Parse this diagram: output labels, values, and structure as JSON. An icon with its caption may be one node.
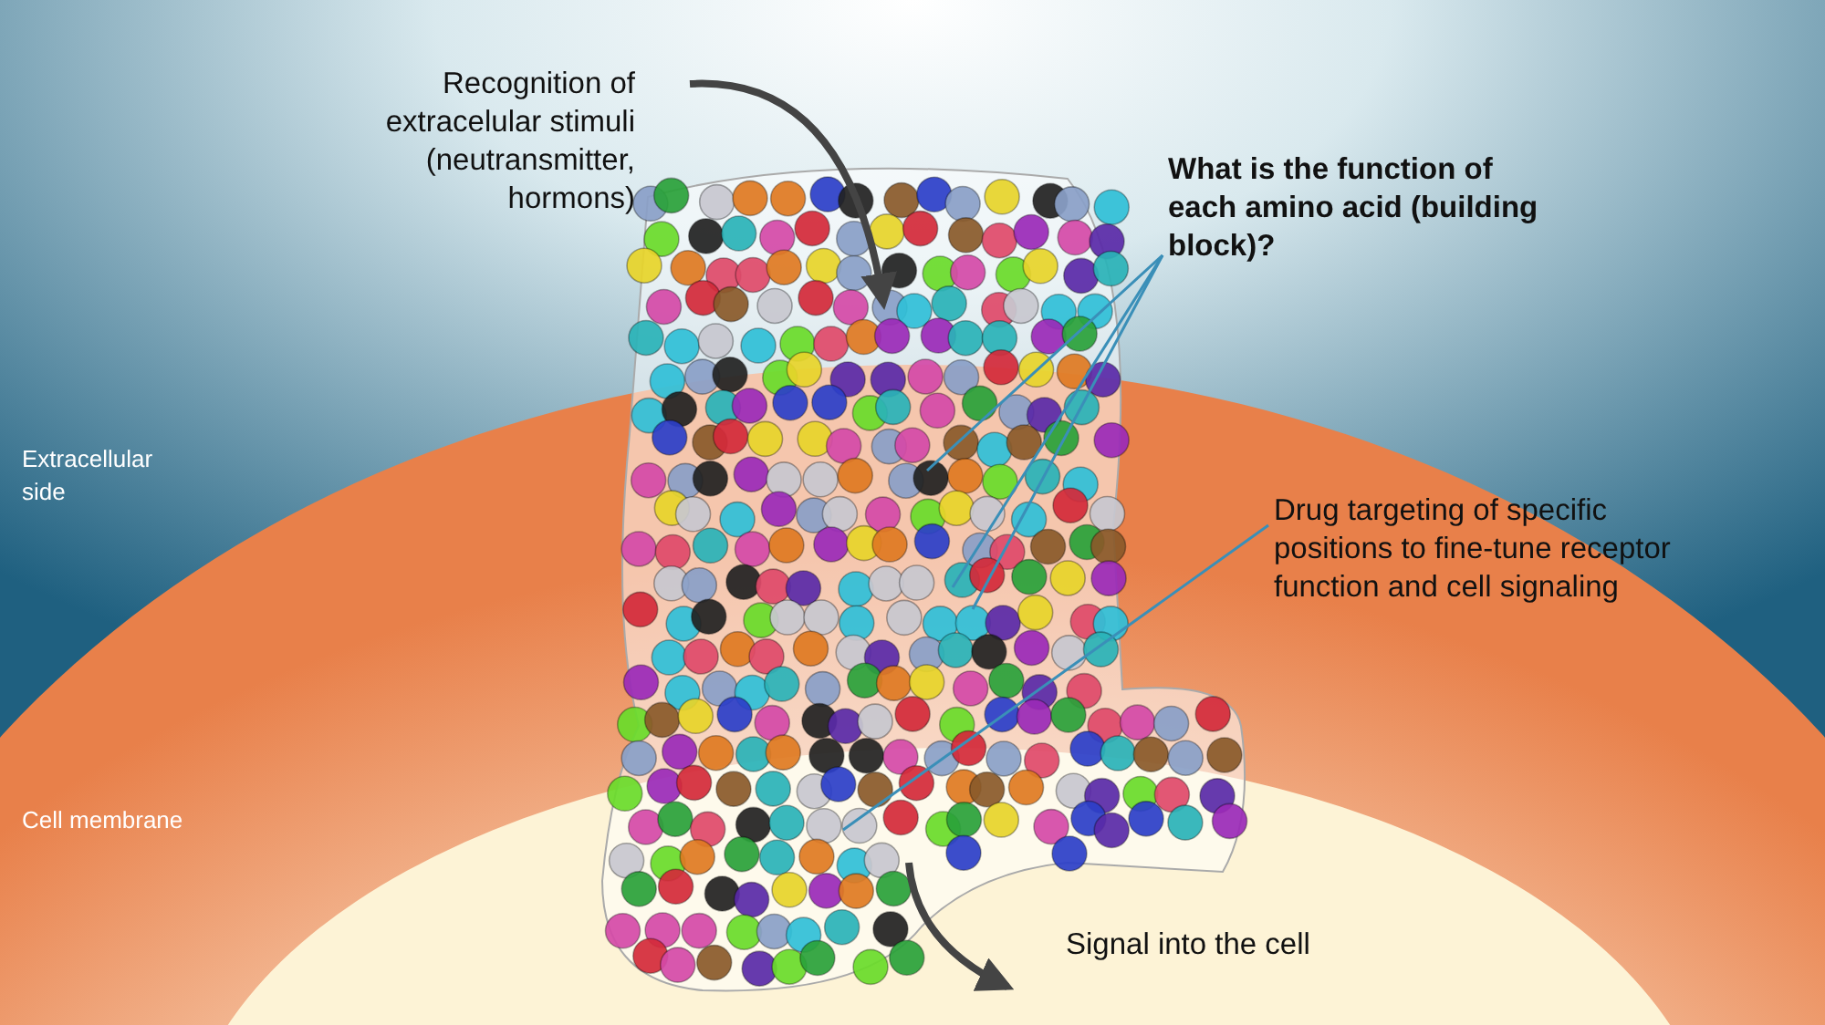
{
  "diagram": {
    "nodes": [
      {
        "text": [
          "Recognition of extracelular stimuli (neutransmitter, hormons)"
        ]
      },
      {
        "text": [],
        "shape": "picture"
      },
      {
        "text": [
          "What is the function of each amino acid (building block)?"
        ]
      },
      {
        "text": [
          "Drug targeting of specific positions to fine-tune receptor function and cell signaling"
        ]
      },
      {
        "text": [
          "Signal into the cell"
        ]
      }
    ],
    "edges": [
      {
        "from": 0,
        "to": 1,
        "arrow": "to",
        "style": "thick",
        "color": "#444444"
      },
      {
        "from": 1,
        "to": 4,
        "arrow": "to",
        "style": "thick",
        "color": "#444444"
      },
      {
        "from": 2,
        "to": 1,
        "arrow": "none"
      },
      {
        "from": 2,
        "to": 1,
        "arrow": "none"
      },
      {
        "from": 2,
        "to": 1,
        "arrow": "none"
      },
      {
        "from": 3,
        "to": 1,
        "arrow": "none"
      }
    ],
    "labels": [
      "Extracellular side",
      "Cell membrane"
    ]
  }
}
